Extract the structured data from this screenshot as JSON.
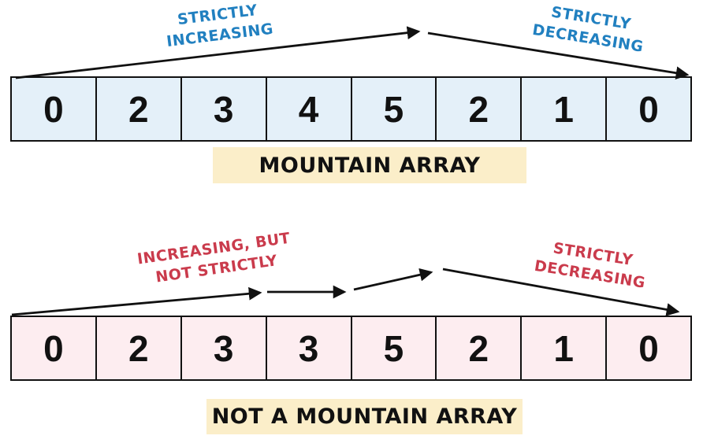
{
  "colors": {
    "blue_text": "#2180c0",
    "red_text": "#ca3b4c",
    "cell_blue_bg": "#e4f0f9",
    "cell_pink_bg": "#fdedf0",
    "caption_bg": "#fbeec9",
    "line": "#111111"
  },
  "mountain": {
    "values": [
      "0",
      "2",
      "3",
      "4",
      "5",
      "2",
      "1",
      "0"
    ],
    "caption": "MOUNTAIN ARRAY",
    "increasing_label": [
      "STRICTLY",
      "INCREASING"
    ],
    "decreasing_label": [
      "STRICTLY",
      "DECREASING"
    ]
  },
  "not_mountain": {
    "values": [
      "0",
      "2",
      "3",
      "3",
      "5",
      "2",
      "1",
      "0"
    ],
    "caption": "NOT A MOUNTAIN ARRAY",
    "increasing_label": [
      "INCREASING, BUT",
      "NOT STRICTLY"
    ],
    "decreasing_label": [
      "STRICTLY",
      "DECREASING"
    ]
  }
}
